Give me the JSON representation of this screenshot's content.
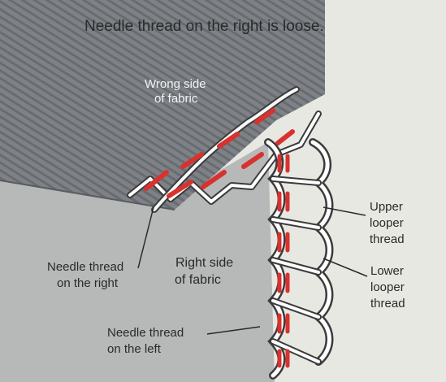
{
  "title": "Needle thread on the right is loose.",
  "labels": {
    "wrong_side": [
      "Wrong side",
      "of fabric"
    ],
    "needle_right": [
      "Needle thread",
      "on the right"
    ],
    "right_side": [
      "Right side",
      "of fabric"
    ],
    "needle_left": [
      "Needle thread",
      "on the left"
    ],
    "upper_looper": [
      "Upper",
      "looper",
      "thread"
    ],
    "lower_looper": [
      "Lower",
      "looper",
      "thread"
    ]
  },
  "colors": {
    "background": "#e8e8e3",
    "fabric_wrong_side": "#7e8287",
    "fabric_right_side": "#b7b9b8",
    "needle_thread": "#d8322f",
    "looper_thread": "#ffffff",
    "outline": "#3b3b3b"
  }
}
